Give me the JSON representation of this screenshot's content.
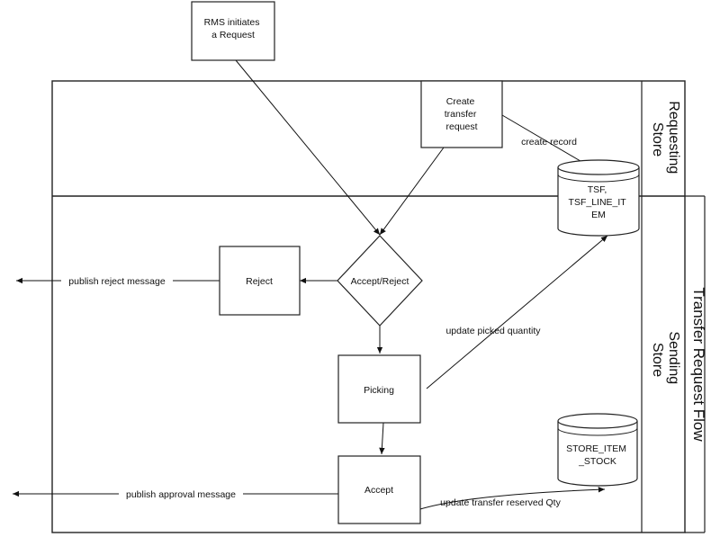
{
  "pool": {
    "title": "Transfer Request Flow"
  },
  "lanes": {
    "requesting": [
      "Requesting",
      "Store"
    ],
    "sending": [
      "Sending",
      "Store"
    ]
  },
  "nodes": {
    "rms": [
      "RMS initiates",
      "a Request"
    ],
    "create": [
      "Create",
      "transfer",
      "request"
    ],
    "reject": [
      "Reject"
    ],
    "decision": [
      "Accept/Reject"
    ],
    "picking": [
      "Picking"
    ],
    "accept": [
      "Accept"
    ],
    "tsf_db": [
      "TSF,",
      "TSF_LINE_IT",
      "EM"
    ],
    "stock_db": [
      "STORE_ITEM",
      "_STOCK"
    ]
  },
  "edges": {
    "create_record": "create record",
    "publish_reject": "publish reject message",
    "update_picked": "update picked quantity",
    "publish_approval": "publish approval message",
    "update_reserved": "update transfer reserved Qty"
  }
}
